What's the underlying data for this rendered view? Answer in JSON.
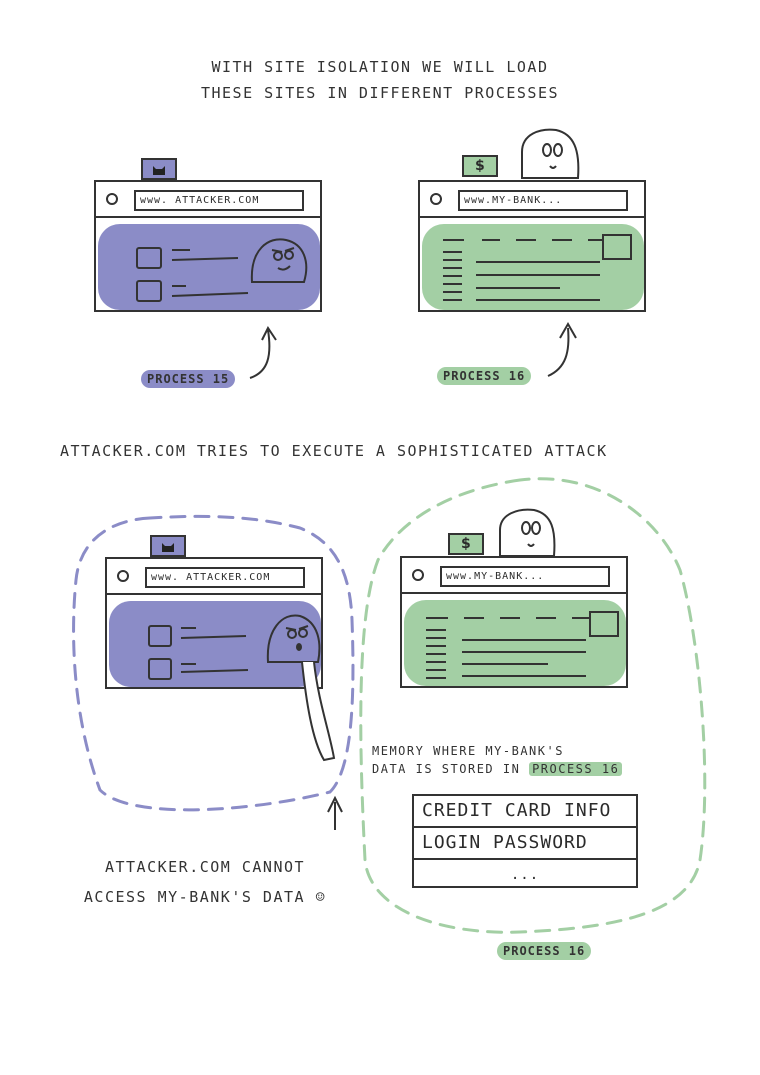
{
  "title_line1": "WITH SITE ISOLATION WE WILL LOAD",
  "title_line2": "THESE SITES IN DIFFERENT PROCESSES",
  "subtitle": "ATTACKER.COM TRIES TO EXECUTE A SOPHISTICATED ATTACK",
  "attacker_url": "www. ATTACKER.COM",
  "bank_url": "www.MY-BANK...",
  "process_15": "PROCESS 15",
  "process_16": "PROCESS 16",
  "memory_line1": "MEMORY WHERE MY-BANK'S",
  "memory_line2_prefix": "DATA IS STORED IN",
  "memory_line2_highlight": "PROCESS 16",
  "memory_rows": [
    "CREDIT CARD INFO",
    "LOGIN PASSWORD",
    "..."
  ],
  "cannot_line1": "ATTACKER.COM CANNOT",
  "cannot_line2": "ACCESS MY-BANK'S DATA",
  "smiley": "☺",
  "colors": {
    "attacker": "#8b8cc7",
    "bank": "#a3cfa4",
    "ink": "#333333"
  },
  "icons": [
    "cat-icon",
    "dollar-icon",
    "ghost-icon",
    "angry-ghost-icon",
    "arrow-icon"
  ]
}
